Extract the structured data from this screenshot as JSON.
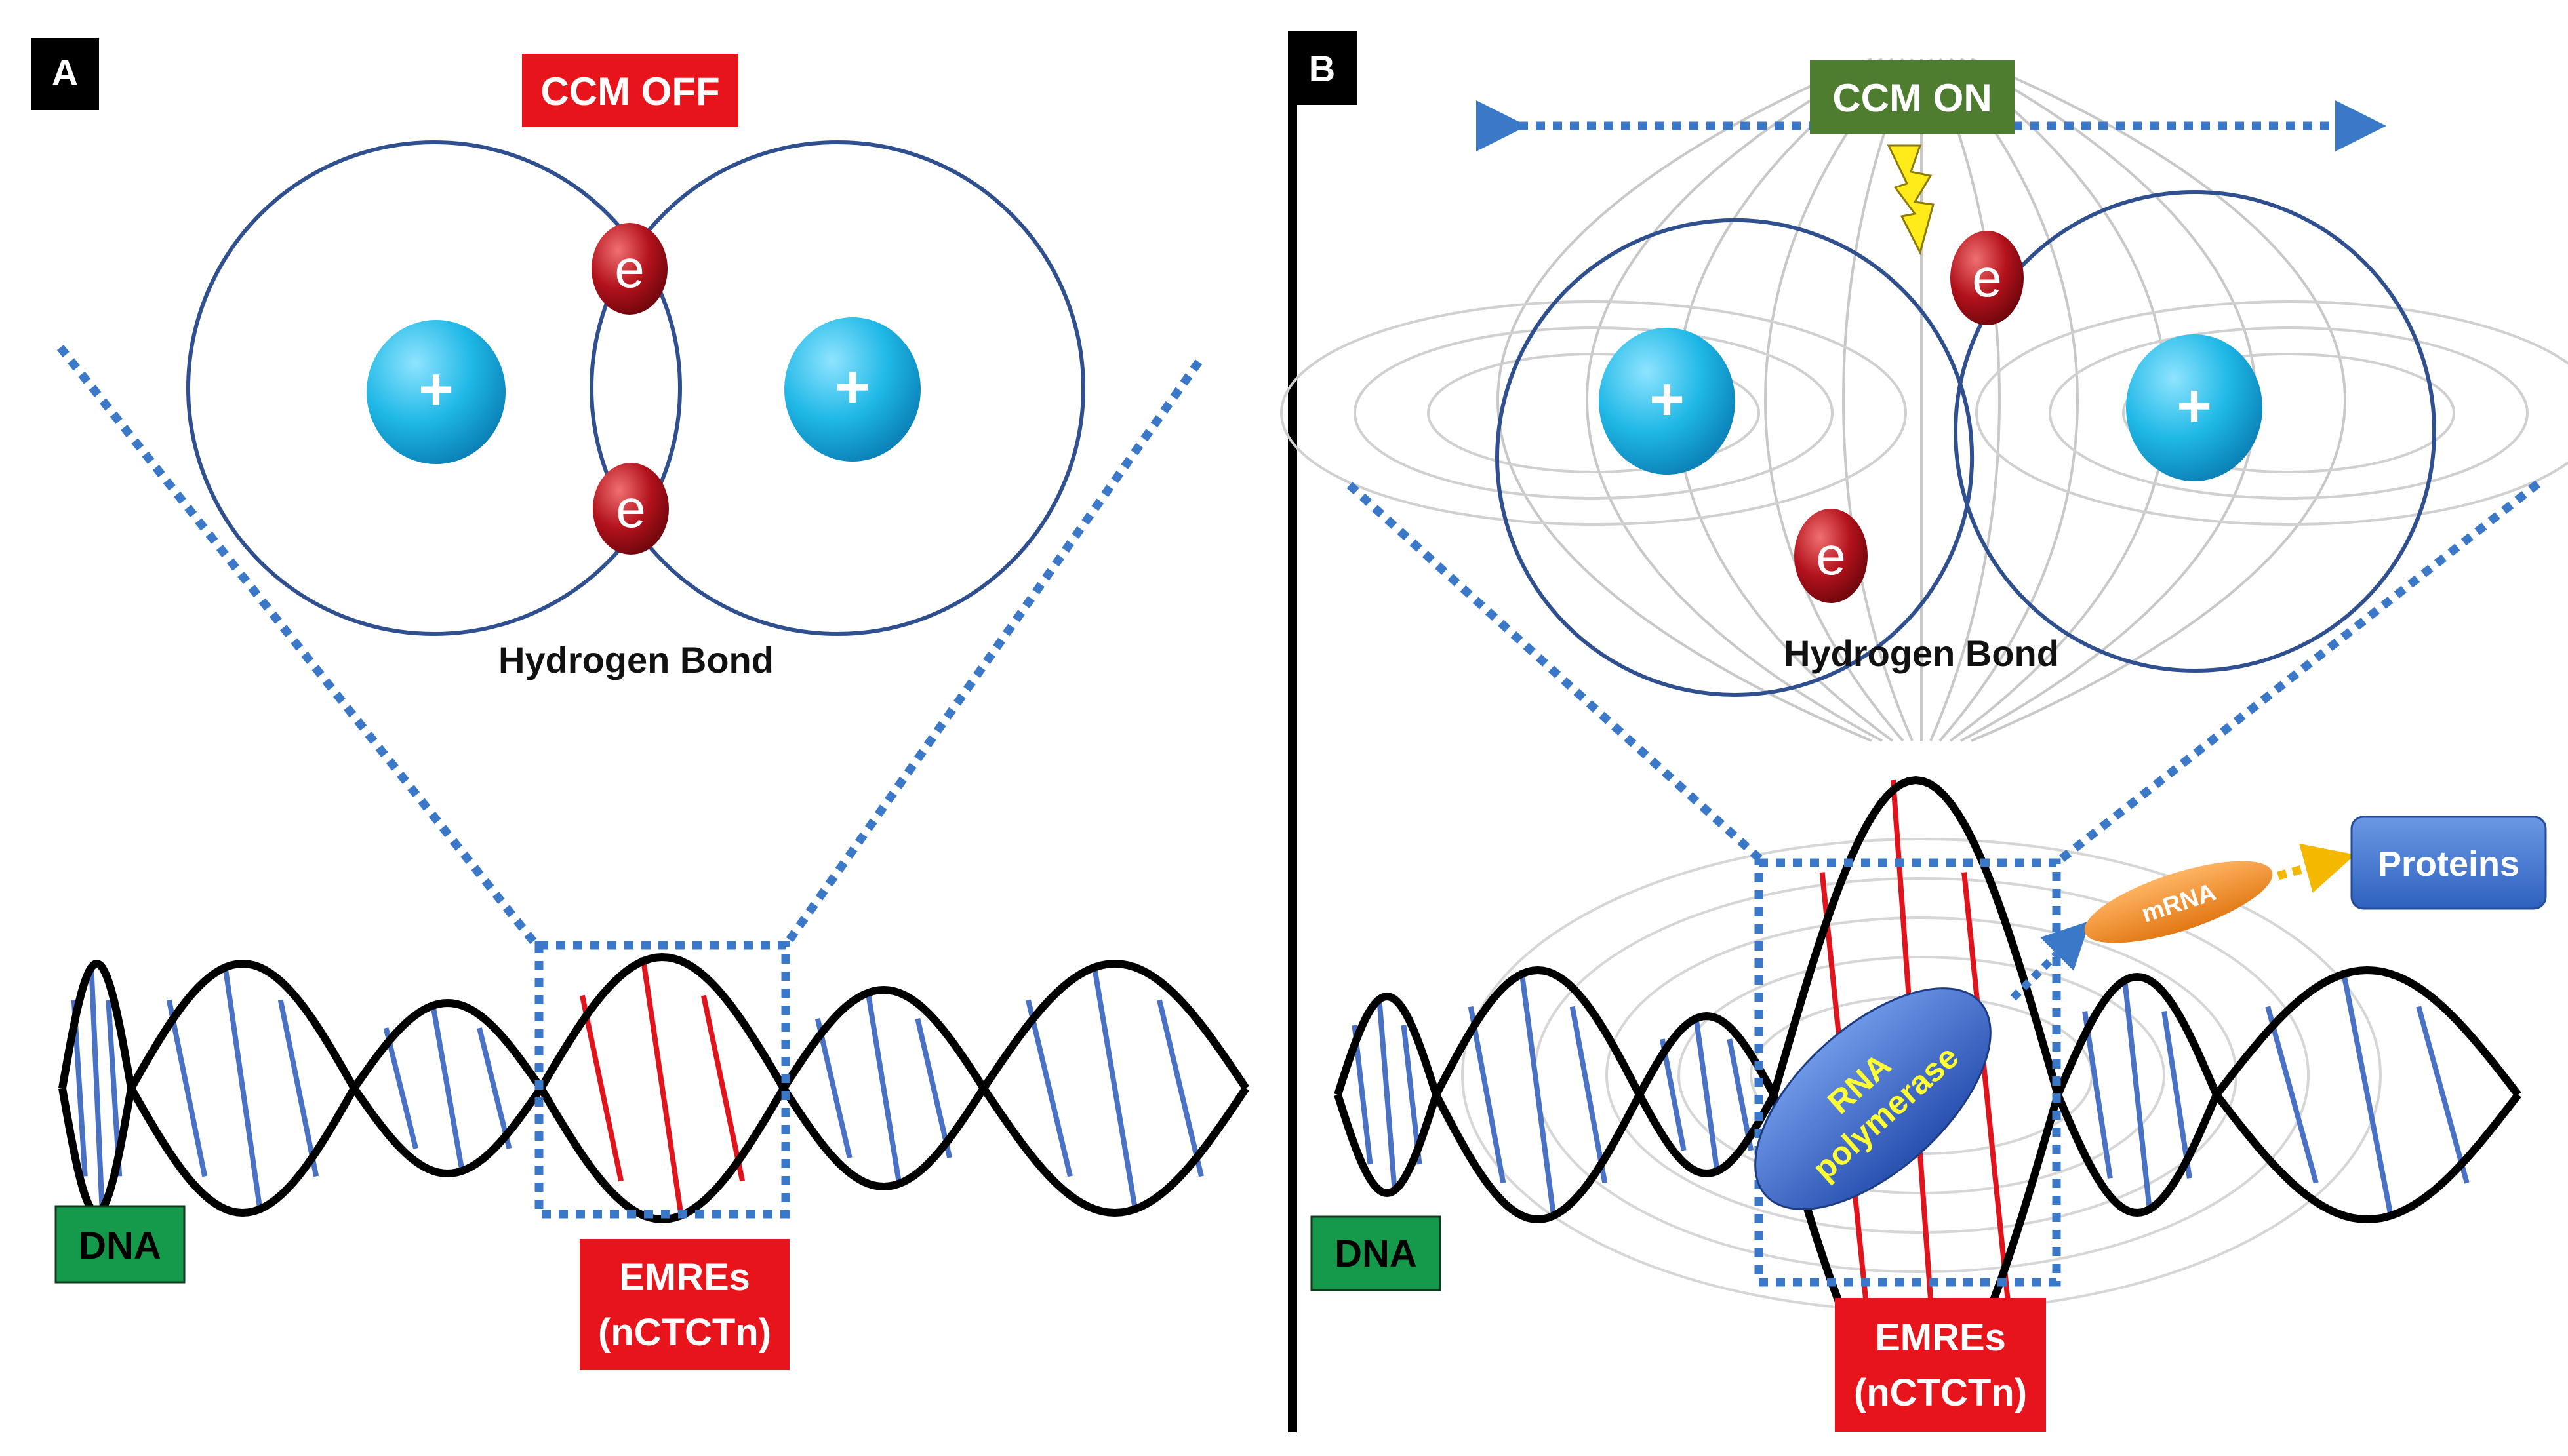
{
  "panel_a": {
    "letter": "A",
    "ccm_label": "CCM OFF",
    "bond_label": "Hydrogen Bond",
    "nucleus_symbol": "+",
    "electron_symbol": "e",
    "dna_label": "DNA",
    "emre_line1": "EMREs",
    "emre_line2": "(nCTCTn)"
  },
  "panel_b": {
    "letter": "B",
    "ccm_label": "CCM ON",
    "bond_label": "Hydrogen Bond",
    "nucleus_symbol": "+",
    "electron_symbol": "e",
    "dna_label": "DNA",
    "emre_line1": "EMREs",
    "emre_line2": "(nCTCTn)",
    "polymerase_line1": "RNA",
    "polymerase_line2": "polymerase",
    "mrna_label": "mRNA",
    "proteins_label": "Proteins"
  },
  "colors": {
    "orbit": "#2f4f8f",
    "nucleus": "#1fb8e6",
    "electron": "#b3121c",
    "strand": "#000000",
    "rung": "#4a72c4",
    "emre_rung": "#e0141c",
    "dotted": "#3c78c8",
    "ccm_off_bg": "#e8141c",
    "ccm_on_bg": "#4f7d2f",
    "dna_bg": "#149a4a",
    "field_line": "#c8c8c8",
    "lightning": "#ffeb1a",
    "mrna": "#f0913a",
    "proteins": "#3f77cf",
    "polymerase": "#3f6fd0",
    "polymerase_text": "#ffff33"
  }
}
